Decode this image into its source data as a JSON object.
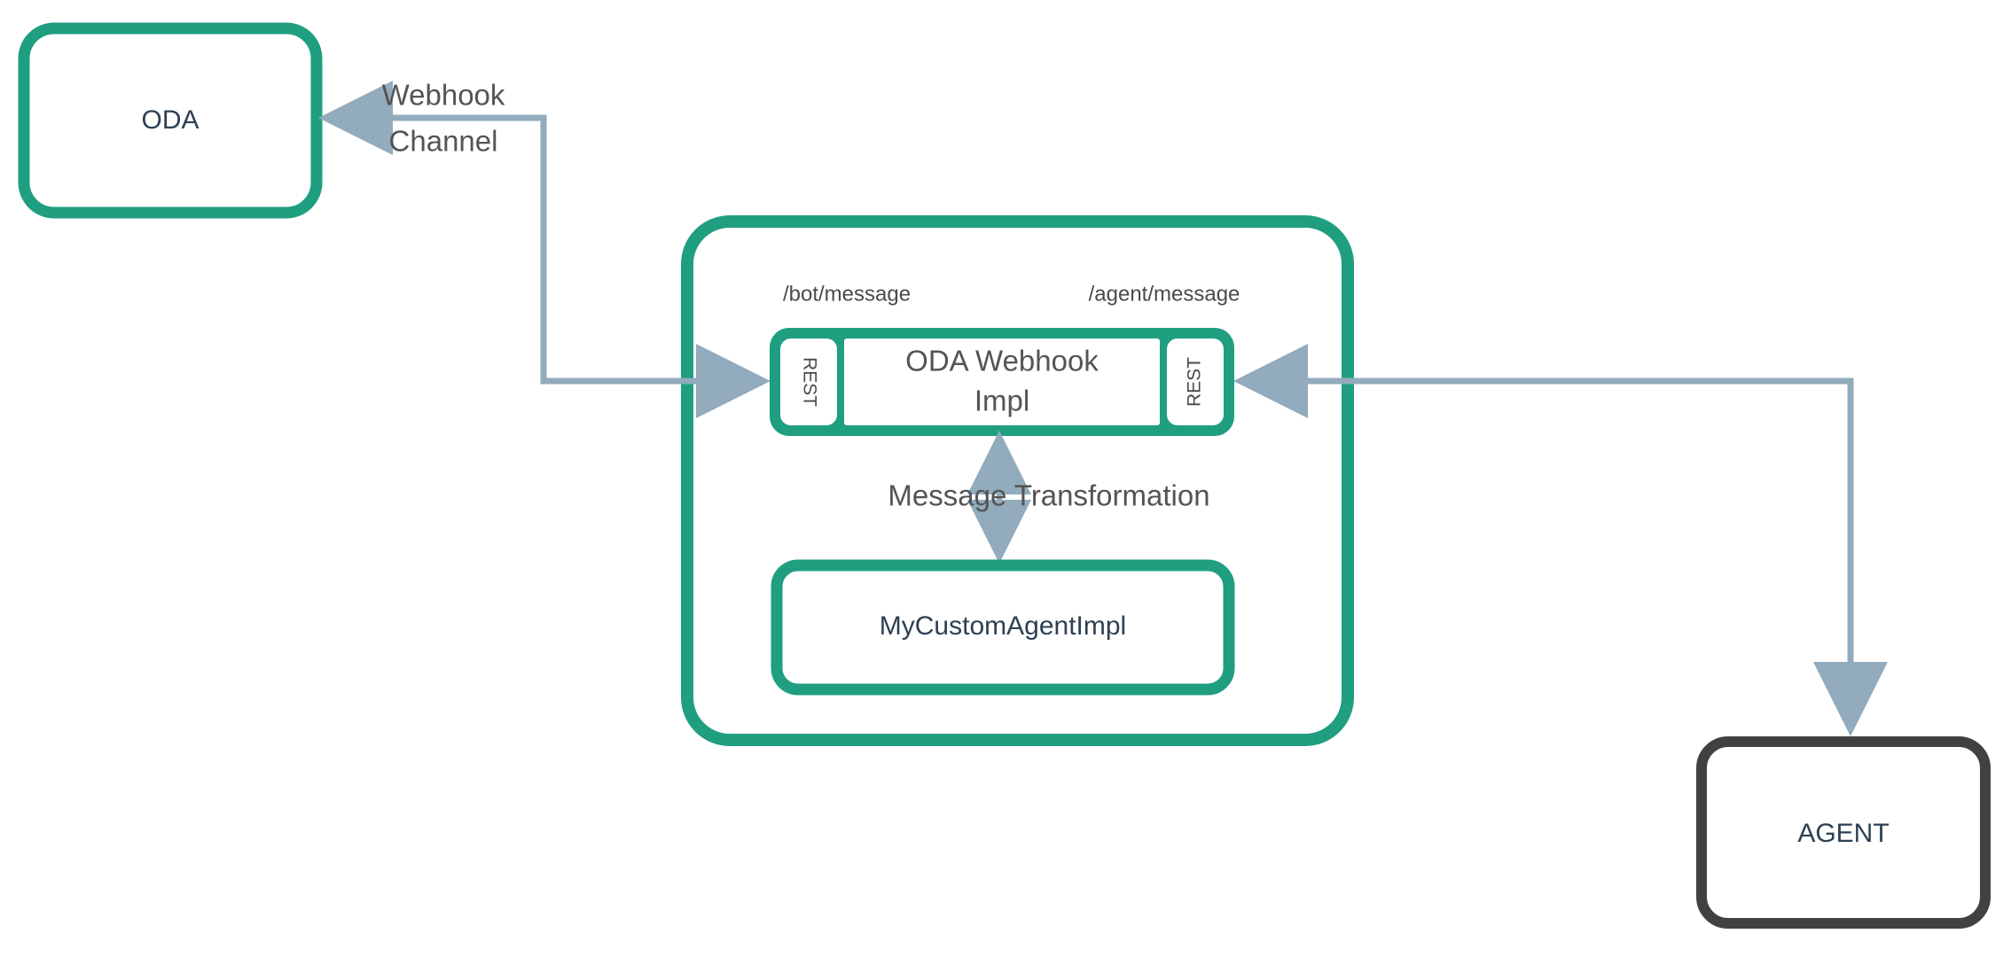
{
  "diagram": {
    "title": "ODA Webhook Agent Integration",
    "colors": {
      "teal": "#1f9e80",
      "dark_gray": "#414141",
      "connector": "#92abbd",
      "navy_text": "#2e4052",
      "gray_text": "#545454",
      "background": "#ffffff"
    },
    "nodes": {
      "oda": {
        "label": "ODA",
        "border_color": "#1f9e80"
      },
      "container": {
        "label": ""
      },
      "webhook_impl": {
        "label_line1": "ODA Webhook",
        "label_line2": "Impl",
        "border_color": "#1f9e80"
      },
      "rest_left": {
        "label": "REST"
      },
      "rest_right": {
        "label": "REST"
      },
      "custom_agent": {
        "label": "MyCustomAgentImpl",
        "border_color": "#1f9e80"
      },
      "agent": {
        "label": "AGENT",
        "border_color": "#414141"
      }
    },
    "endpoints": {
      "bot_message": "/bot/message",
      "agent_message": "/agent/message"
    },
    "edges": {
      "webhook_channel": {
        "label_line1": "Webhook",
        "label_line2": "Channel"
      },
      "message_transformation": {
        "label": "Message Transformation"
      },
      "agent_rest": {
        "label": ""
      }
    }
  }
}
